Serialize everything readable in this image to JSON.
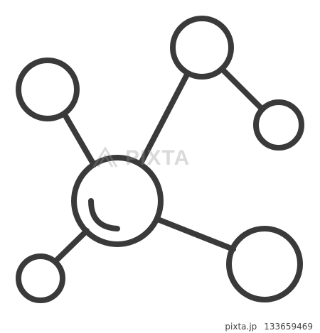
{
  "illustration": {
    "icon": "molecule-network-icon",
    "stroke_color": "#3a3a3a",
    "background_color": "#ffffff"
  },
  "watermark": {
    "text": "PIXTA"
  },
  "footer": {
    "brand": "pixta.jp",
    "id": "133659469"
  }
}
